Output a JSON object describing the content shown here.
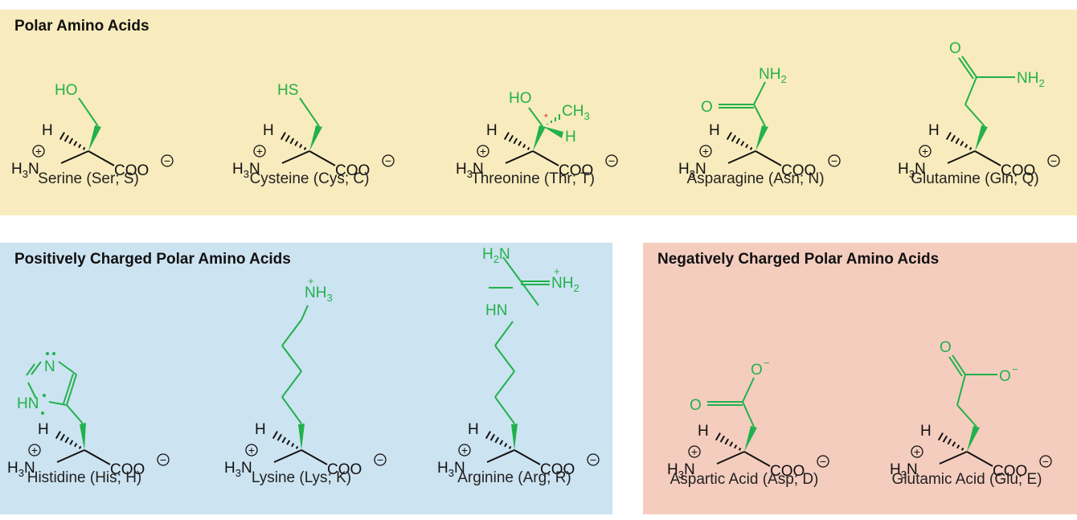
{
  "panels": {
    "polar": {
      "title": "Polar Amino Acids",
      "color": "#f8ebbd"
    },
    "positive": {
      "title": "Positively Charged Polar Amino Acids",
      "color": "#cce3f1"
    },
    "negative": {
      "title": "Negatively Charged Polar Amino Acids",
      "color": "#f4cdbf"
    }
  },
  "colors": {
    "side_chain": "#22b14c",
    "backbone": "#111111",
    "stereo_marker": "#c0392b"
  },
  "backbone": {
    "amine": "N",
    "amine_h": "H",
    "amine_sub": "3",
    "alpha_h": "H",
    "carboxylate": "COO",
    "charge_plus": "+",
    "charge_minus": "−"
  },
  "amino_acids": [
    {
      "name": "Serine (Ser; S)",
      "side_chain": {
        "hydroxyl": "HO"
      }
    },
    {
      "name": "Cysteine (Cys; C)",
      "side_chain": {
        "thiol": "HS"
      }
    },
    {
      "name": "Threonine (Thr; T)",
      "side_chain": {
        "hydroxyl": "HO",
        "methyl": "CH",
        "methyl_sub": "3",
        "h": "H",
        "stereo": "*"
      }
    },
    {
      "name": "Asparagine (Asn; N)",
      "side_chain": {
        "carbonyl_o": "O",
        "amide": "NH",
        "amide_sub": "2"
      }
    },
    {
      "name": "Glutamine (Gln; Q)",
      "side_chain": {
        "carbonyl_o": "O",
        "amide": "NH",
        "amide_sub": "2"
      }
    },
    {
      "name": "Histidine (His; H)",
      "side_chain": {
        "ring_n": "N",
        "ring_hn": "HN"
      }
    },
    {
      "name": "Lysine (Lys; K)",
      "side_chain": {
        "amine": "NH",
        "amine_sub": "3",
        "charge": "+"
      }
    },
    {
      "name": "Arginine (Arg; R)",
      "side_chain": {
        "amine_top": "H",
        "amine_top_n": "N",
        "amine_top_sub": "2",
        "imine": "NH",
        "imine_sub": "2",
        "imine_charge": "+",
        "hn": "HN"
      }
    },
    {
      "name": "Aspartic Acid (Asp; D)",
      "side_chain": {
        "carbonyl_o": "O",
        "anion_o": "O",
        "charge": "−"
      }
    },
    {
      "name": "Glutamic Acid (Glu; E)",
      "side_chain": {
        "carbonyl_o": "O",
        "anion_o": "O",
        "charge": "−"
      }
    }
  ]
}
